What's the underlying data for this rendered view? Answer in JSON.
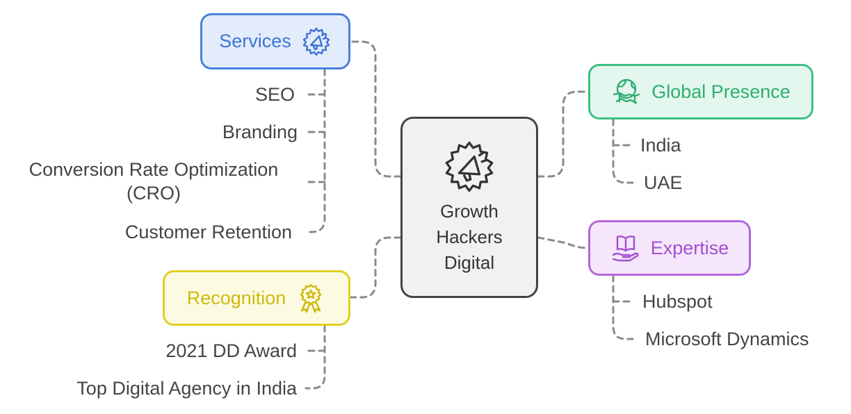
{
  "center": {
    "label": "Growth\nHackers\nDigital",
    "icon": "megaphone-gear-icon"
  },
  "branches": {
    "services": {
      "label": "Services",
      "icon": "megaphone-gear-icon",
      "color": "#4a7fdc",
      "items": [
        "SEO",
        "Branding",
        "Conversion Rate Optimization\n(CRO)",
        "Customer Retention"
      ]
    },
    "global_presence": {
      "label": "Global Presence",
      "icon": "globe-handshake-icon",
      "color": "#3fbf84",
      "items": [
        "India",
        "UAE"
      ]
    },
    "expertise": {
      "label": "Expertise",
      "icon": "book-hand-icon",
      "color": "#b366d8",
      "items": [
        "Hubspot",
        "Microsoft Dynamics"
      ]
    },
    "recognition": {
      "label": "Recognition",
      "icon": "award-ribbon-icon",
      "color": "#e2cf22",
      "items": [
        "2021 DD Award",
        "Top Digital Agency in India"
      ]
    }
  }
}
